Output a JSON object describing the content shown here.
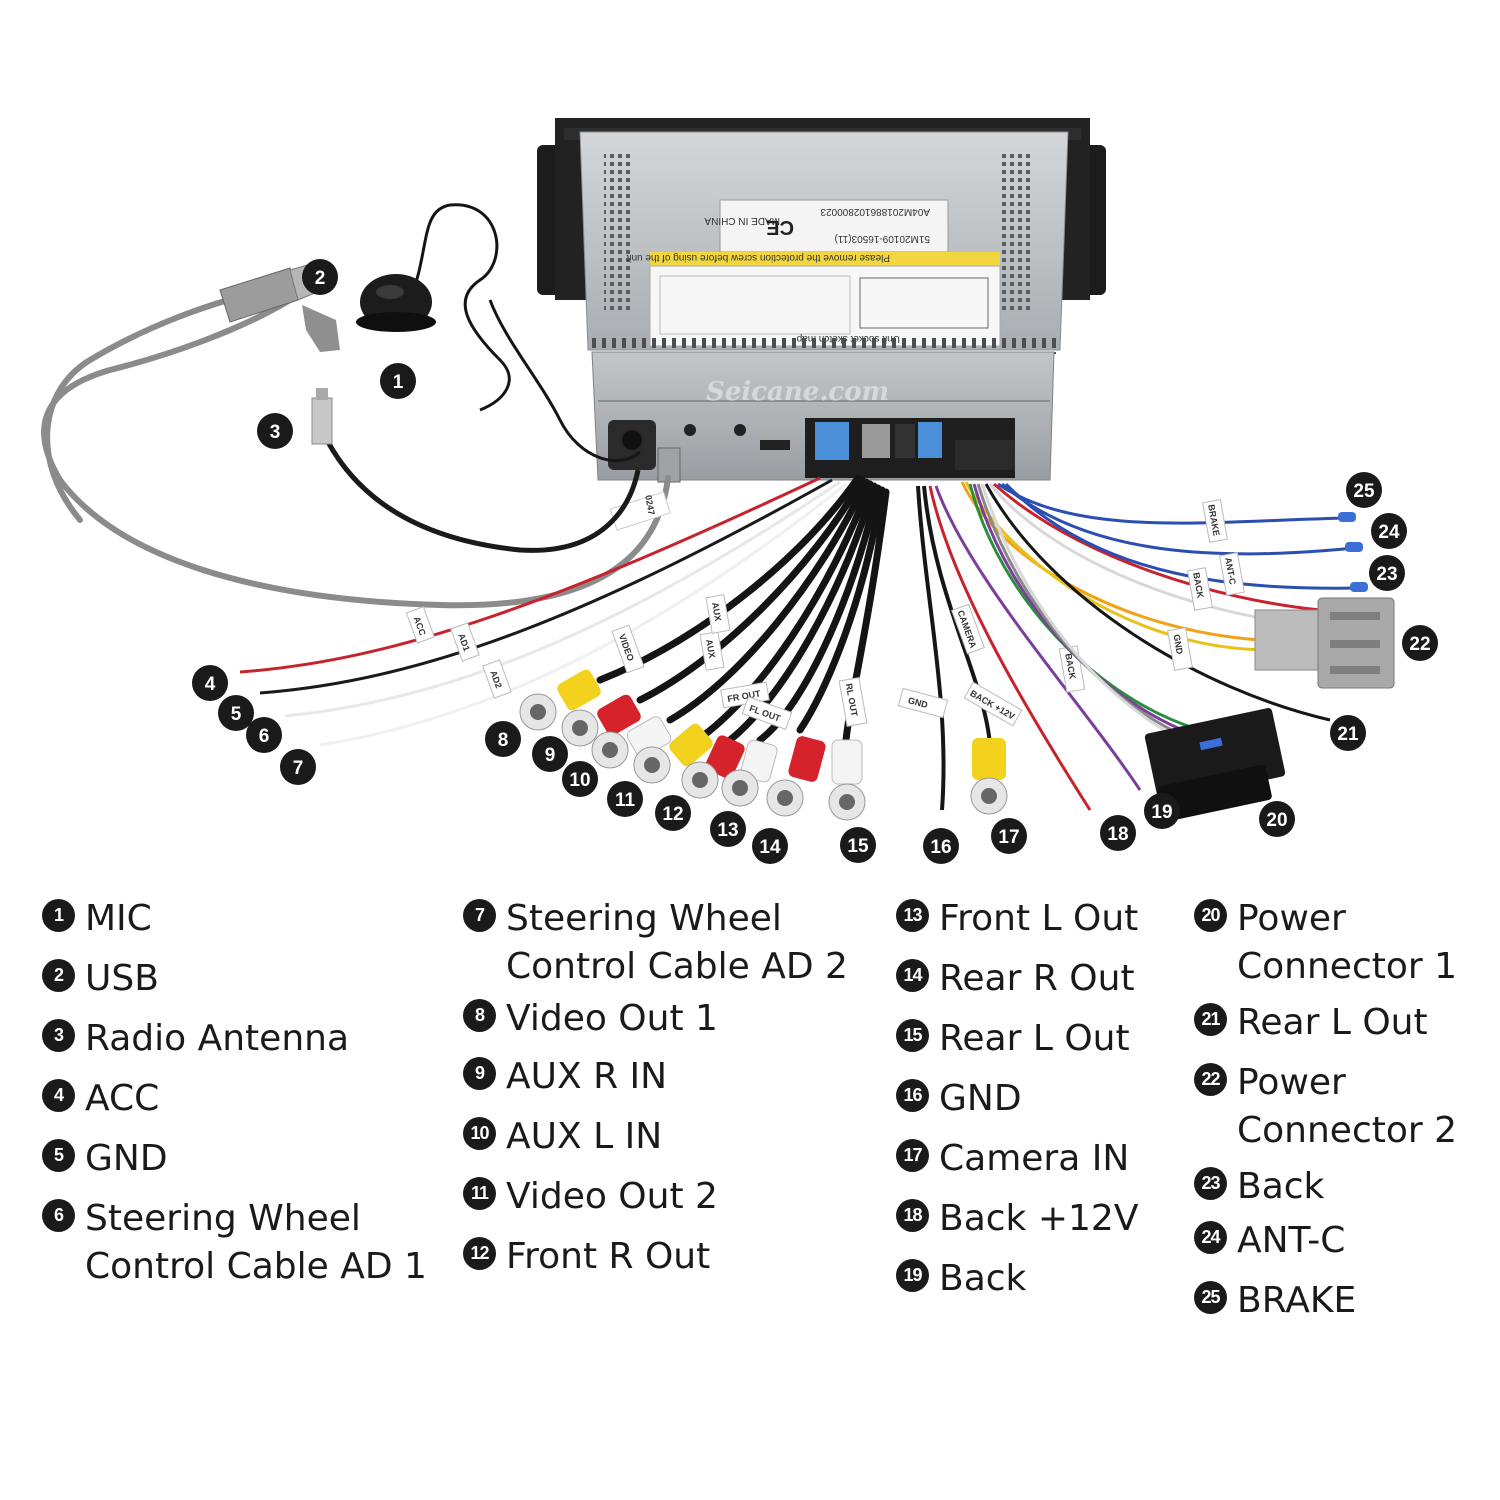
{
  "unit": {
    "watermark": "Seicane.com",
    "made_in": "MADE IN CHINA",
    "ce_mark": "CE",
    "serial_1": "A04M201886102800023",
    "serial_2": "51M20109-16503(11)",
    "warning": "Please remove the protection screw before using of the unit",
    "sketch_map": "Unit socket sketch map"
  },
  "cable_tags": {
    "usb": "0247",
    "acc": "ACC",
    "ad1": "AD1",
    "ad2": "AD2",
    "video": "VIDEO",
    "aux_r": "AUX",
    "aux_l": "AUX",
    "fr_out": "FR OUT",
    "fl_out": "FL OUT",
    "rl_out": "RL OUT",
    "gnd": "GND",
    "camera": "CAMERA",
    "back12v": "BACK +12V",
    "back": "BACK",
    "brake": "BRAKE",
    "ant_c": "ANT-C",
    "back2": "BACK",
    "gnd2": "GND"
  },
  "callouts": [
    "1",
    "2",
    "3",
    "4",
    "5",
    "6",
    "7",
    "8",
    "9",
    "10",
    "11",
    "12",
    "13",
    "14",
    "15",
    "16",
    "17",
    "18",
    "19",
    "20",
    "21",
    "22",
    "23",
    "24",
    "25"
  ],
  "legend": {
    "columns": [
      [
        {
          "num": "1",
          "label": "MIC"
        },
        {
          "num": "2",
          "label": "USB"
        },
        {
          "num": "3",
          "label": "Radio Antenna"
        },
        {
          "num": "4",
          "label": "ACC"
        },
        {
          "num": "5",
          "label": "GND"
        },
        {
          "num": "6",
          "label": "Steering Wheel\nControl Cable AD 1"
        }
      ],
      [
        {
          "num": "7",
          "label": "Steering Wheel\nControl Cable AD 2"
        },
        {
          "num": "8",
          "label": "Video Out 1"
        },
        {
          "num": "9",
          "label": "AUX R IN"
        },
        {
          "num": "10",
          "label": "AUX  L IN"
        },
        {
          "num": "11",
          "label": "Video Out 2"
        },
        {
          "num": "12",
          "label": "Front R Out"
        }
      ],
      [
        {
          "num": "13",
          "label": "Front L Out"
        },
        {
          "num": "14",
          "label": "Rear R Out"
        },
        {
          "num": "15",
          "label": "Rear L Out"
        },
        {
          "num": "16",
          "label": "GND"
        },
        {
          "num": "17",
          "label": "Camera IN"
        },
        {
          "num": "18",
          "label": "Back +12V"
        },
        {
          "num": "19",
          "label": "Back"
        }
      ],
      [
        {
          "num": "20",
          "label": "Power\nConnector 1"
        },
        {
          "num": "21",
          "label": "Rear L Out"
        },
        {
          "num": "22",
          "label": "Power\nConnector 2"
        },
        {
          "num": "23",
          "label": "Back"
        },
        {
          "num": "24",
          "label": "ANT-C"
        },
        {
          "num": "25",
          "label": "BRAKE"
        }
      ]
    ]
  }
}
